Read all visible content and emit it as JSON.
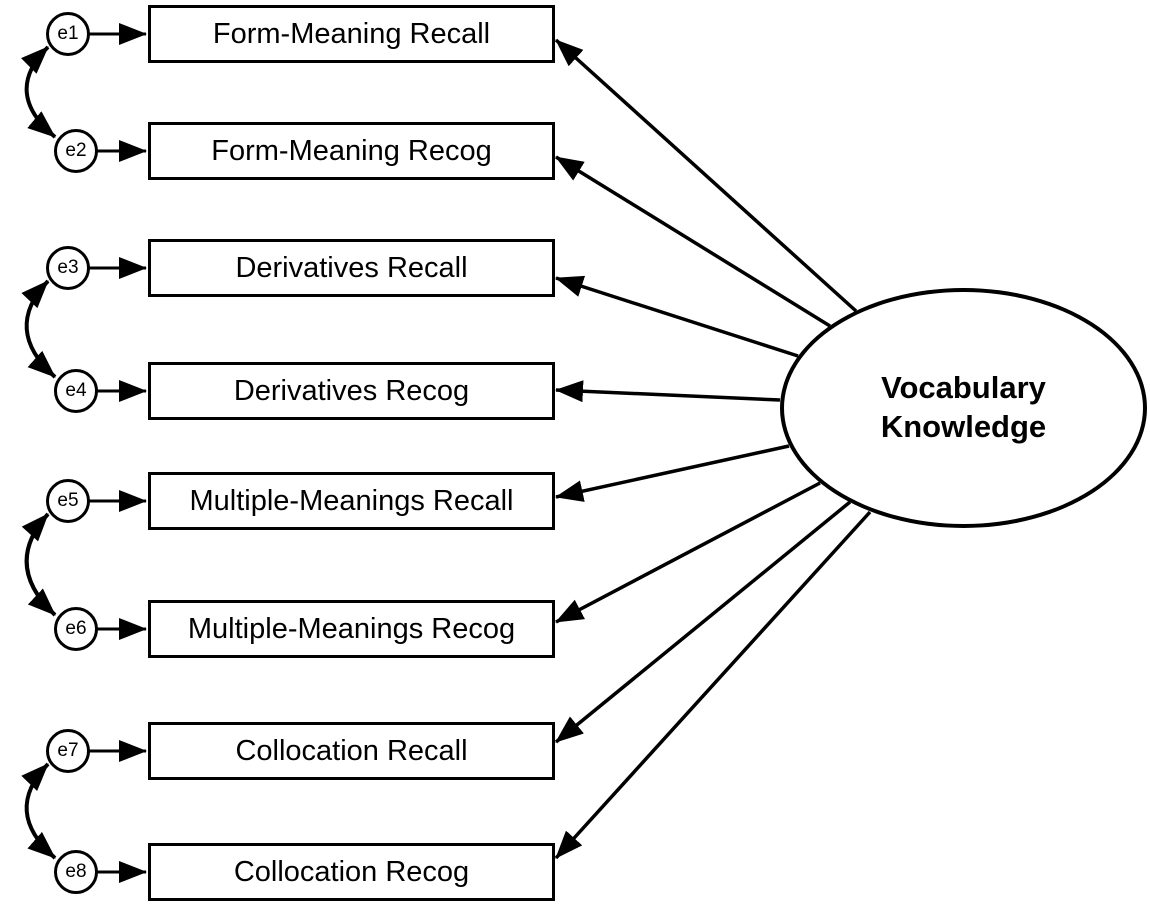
{
  "diagram": {
    "type": "sem-path-diagram",
    "colors": {
      "stroke": "#000000",
      "fill": "#ffffff",
      "background": "#ffffff"
    },
    "latent_variable": {
      "label": "Vocabulary Knowledge",
      "shape": "ellipse"
    },
    "indicators": [
      {
        "error_label": "e1",
        "label": "Form-Meaning Recall"
      },
      {
        "error_label": "e2",
        "label": "Form-Meaning Recog"
      },
      {
        "error_label": "e3",
        "label": "Derivatives Recall"
      },
      {
        "error_label": "e4",
        "label": "Derivatives Recog"
      },
      {
        "error_label": "e5",
        "label": "Multiple-Meanings Recall"
      },
      {
        "error_label": "e6",
        "label": "Multiple-Meanings Recog"
      },
      {
        "error_label": "e7",
        "label": "Collocation Recall"
      },
      {
        "error_label": "e8",
        "label": "Collocation Recog"
      }
    ],
    "error_covariances": [
      [
        "e1",
        "e2"
      ],
      [
        "e3",
        "e4"
      ],
      [
        "e5",
        "e6"
      ],
      [
        "e7",
        "e8"
      ]
    ]
  }
}
